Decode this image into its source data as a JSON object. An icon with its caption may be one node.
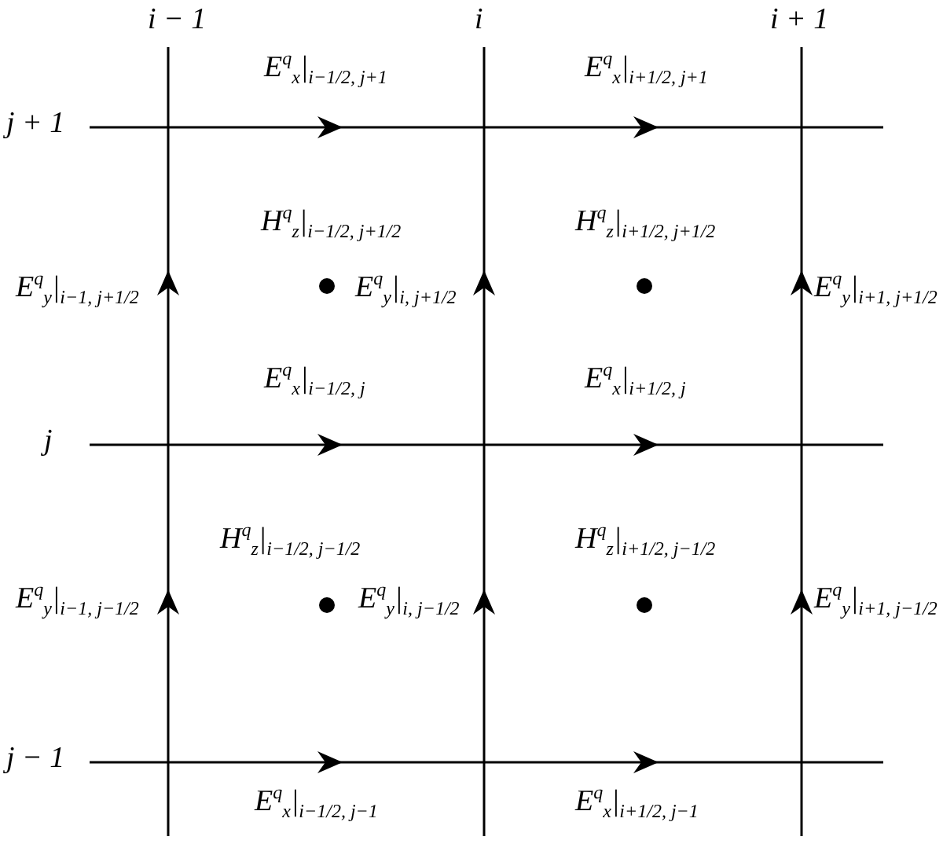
{
  "diagram": {
    "labels": [
      "i − 1",
      "i",
      "i + 1",
      "E$^{q}$$_{x}$|$_{i−1/2, j+1}$",
      "E$^{q}$$_{x}$|$_{i+1/2, j+1}$",
      "j + 1",
      "H$^{q}$$_{z}$|$_{i−1/2, j+1/2}$",
      "H$^{q}$$_{z}$|$_{i+1/2, j+1/2}$",
      "E$^{q}$$_{y}$|$_{i−1, j+1/2}$",
      "E$^{q}$$_{y}$|$_{i, j+1/2}$",
      "E$^{q}$$_{y}$|$_{i+1, j+1/2}$",
      "E$^{q}$$_{x}$|$_{i−1/2, j}$",
      "E$^{q}$$_{x}$|$_{i+1/2, j}$",
      "j",
      "H$^{q}$$_{z}$|$_{i−1/2, j−1/2}$",
      "H$^{q}$$_{z}$|$_{i+1/2, j−1/2}$",
      "E$^{q}$$_{y}$|$_{i−1, j−1/2}$",
      "E$^{q}$$_{y}$|$_{i, j−1/2}$",
      "E$^{q}$$_{y}$|$_{i+1, j−1/2}$",
      "j − 1",
      "E$^{q}$$_{x}$|$_{i−1/2, j−1}$",
      "E$^{q}$$_{x}$|$_{i+1/2, j−1}$"
    ]
  }
}
